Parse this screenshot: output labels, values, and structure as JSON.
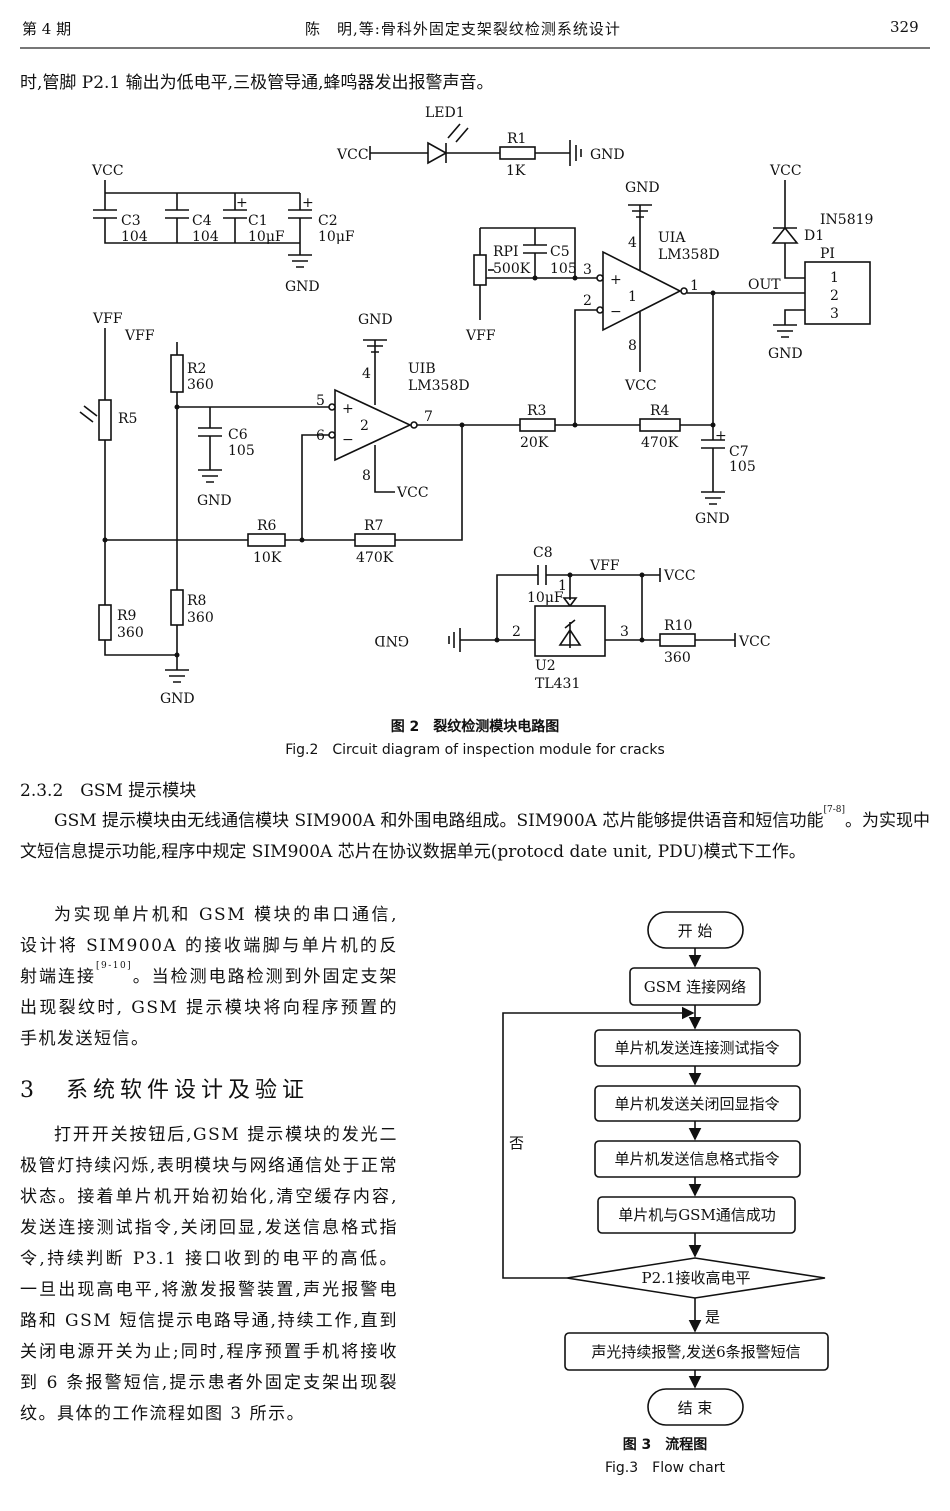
{
  "header": {
    "issue": "第 4 期",
    "running_title": "陈　明,等:骨科外固定支架裂纹检测系统设计",
    "page_number": "329"
  },
  "intro_line": "时,管脚 P2.1 输出为低电平,三极管导通,蜂鸣器发出报警声音。",
  "circuit": {
    "led1": "LED1",
    "vcc": "VCC",
    "gnd": "GND",
    "vff": "VFF",
    "r1": "R1",
    "r1_val": "1K",
    "c3": "C3",
    "c3_val": "104",
    "c4": "C4",
    "c4_val": "104",
    "c1": "C1",
    "c1_val": "10μF",
    "c2": "C2",
    "c2_val": "10μF",
    "rpi": "RPI",
    "rpi_val": "500K",
    "c5": "C5",
    "c5_val": "105",
    "uia": "UIA",
    "uia_model": "LM358D",
    "uib": "UIB",
    "uib_model": "LM358D",
    "out": "OUT",
    "pi": "PI",
    "d1": "D1",
    "d1_model": "IN5819",
    "r2": "R2",
    "r2_val": "360",
    "r5": "R5",
    "c6": "C6",
    "c6_val": "105",
    "r3": "R3",
    "r3_val": "20K",
    "r4": "R4",
    "r4_val": "470K",
    "c7": "C7",
    "c7_val": "105",
    "r6": "R6",
    "r6_val": "10K",
    "r7": "R7",
    "r7_val": "470K",
    "r8": "R8",
    "r8_val": "360",
    "r9": "R9",
    "r9_val": "360",
    "c8": "C8",
    "c8_val": "10μF",
    "u2": "U2",
    "u2_model": "TL431",
    "r10": "R10",
    "r10_val": "360",
    "pins": [
      "1",
      "2",
      "3",
      "4",
      "5",
      "6",
      "7",
      "8"
    ]
  },
  "figure2": {
    "caption_cn": "图 2　裂纹检测模块电路图",
    "caption_en": "Fig.2　Circuit diagram of inspection module for cracks"
  },
  "section_232": {
    "heading": "2.3.2　GSM 提示模块",
    "p1": "GSM 提示模块由无线通信模块 SIM900A 和外围电路组成。SIM900A 芯片能够提供语音和短信功能",
    "p1_ref": "[7-8]",
    "p1_rest": "。为实现中文短信息提示功能,程序中规定 SIM900A 芯片在协议数据单元(protocd date unit, PDU)模式下工作。",
    "p2": "为实现单片机和 GSM 模块的串口通信,设计将 SIM900A 的接收端脚与单片机的反射端连接",
    "p2_ref": "[9-10]",
    "p2_rest": "。当检测电路检测到外固定支架出现裂纹时, GSM 提示模块将向程序预置的手机发送短信。"
  },
  "section_3": {
    "heading": "3　系统软件设计及验证",
    "p1": "打开开关按钮后,GSM 提示模块的发光二极管灯持续闪烁,表明模块与网络通信处于正常状态。接着单片机开始初始化,清空缓存内容,发送连接测试指令,关闭回显,发送信息格式指令,持续判断 P3.1 接口收到的电平的高低。一旦出现高电平,将激发报警装置,声光报警电路和 GSM 短信提示电路导通,持续工作,直到关闭电源开关为止;同时,程序预置手机将接收到 6 条报警短信,提示患者外固定支架出现裂纹。具体的工作流程如图 3 所示。"
  },
  "flowchart": {
    "start": "开 始",
    "connect": "GSM 连接网络",
    "step1": "单片机发送连接测试指令",
    "step2": "单片机发送关闭回显指令",
    "step3": "单片机发送信息格式指令",
    "step4": "单片机与GSM通信成功",
    "decision": "P2.1接收高电平",
    "yes": "是",
    "no": "否",
    "alarm": "声光持续报警,发送6条报警短信",
    "end": "结 束"
  },
  "figure3": {
    "caption_cn": "图 3　流程图",
    "caption_en": "Fig.3　Flow chart"
  }
}
